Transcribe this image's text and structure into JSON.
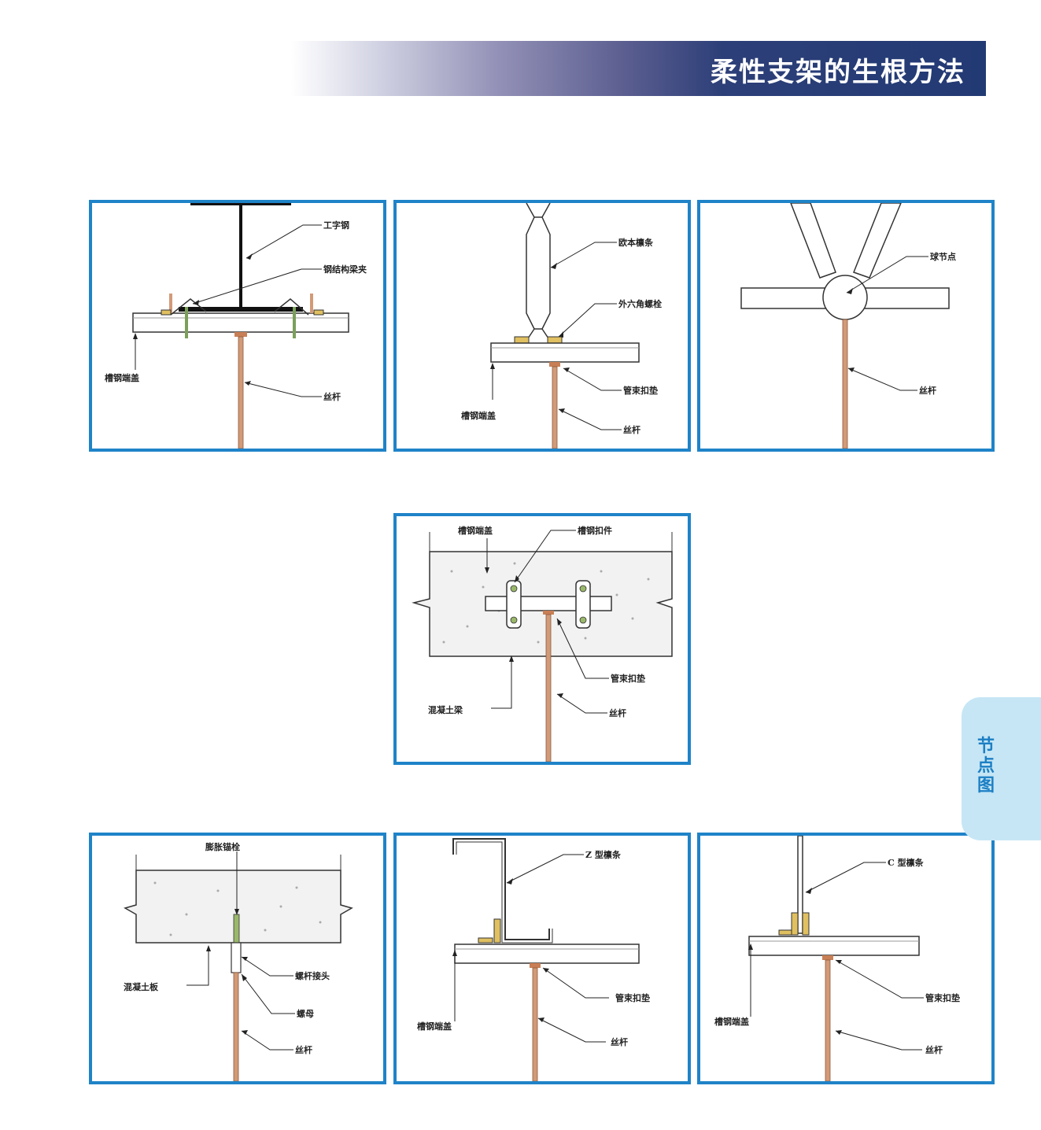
{
  "header": {
    "title": "柔性支架的生根方法"
  },
  "side_tab": {
    "label": "节点图"
  },
  "colors": {
    "frame": "#1f83c8",
    "banner_dark": "#223a74",
    "rod": "#d39a78",
    "tab": "#c6e6f5"
  },
  "panels": [
    {
      "id": "i-beam",
      "labels": [
        "工字钢",
        "钢结构梁夹",
        "槽钢端盖",
        "丝杆"
      ]
    },
    {
      "id": "timber",
      "labels": [
        "欧本檩条",
        "外六角螺栓",
        "管束扣垫",
        "槽钢端盖",
        "丝杆"
      ]
    },
    {
      "id": "ball-node",
      "labels": [
        "球节点",
        "丝杆"
      ]
    },
    {
      "id": "concrete-beam",
      "labels": [
        "槽钢端盖",
        "槽钢扣件",
        "管束扣垫",
        "混凝土梁",
        "丝杆"
      ]
    },
    {
      "id": "concrete-slab",
      "labels": [
        "膨胀锚栓",
        "螺杆接头",
        "混凝土板",
        "螺母",
        "丝杆"
      ]
    },
    {
      "id": "z-purlin",
      "labels": [
        "Z 型檩条",
        "管束扣垫",
        "槽钢端盖",
        "丝杆"
      ]
    },
    {
      "id": "c-purlin",
      "labels": [
        "C 型檩条",
        "管束扣垫",
        "槽钢端盖",
        "丝杆"
      ]
    }
  ]
}
